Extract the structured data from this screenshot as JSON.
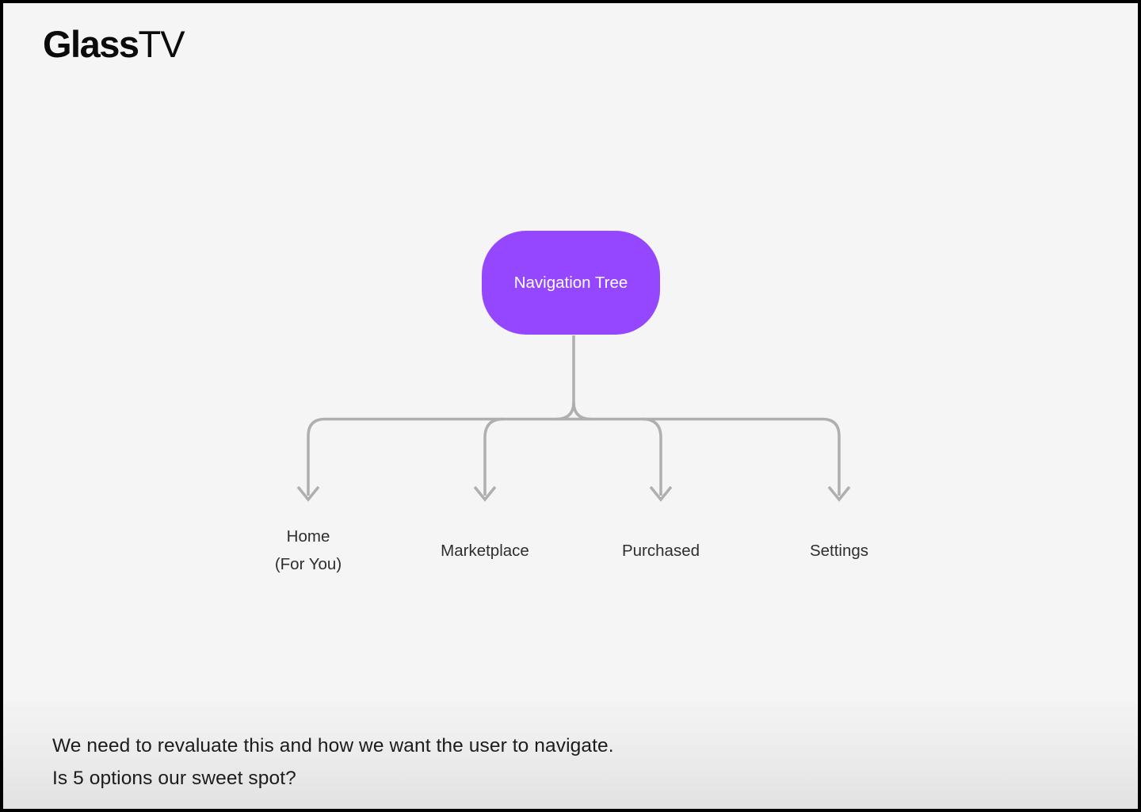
{
  "brand": {
    "bold": "Glass",
    "light": "TV"
  },
  "colors": {
    "background": "#F5F5F5",
    "node_fill": "#9447FF",
    "node_text": "#FFFFFF",
    "connector": "#AFAFAF",
    "label_text": "#2E2E2E",
    "note_text": "#1C1C1C"
  },
  "tree": {
    "root": {
      "label": "Navigation Tree"
    },
    "children": [
      {
        "label": "Home",
        "sublabel": "(For You)"
      },
      {
        "label": "Marketplace",
        "sublabel": ""
      },
      {
        "label": "Purchased",
        "sublabel": ""
      },
      {
        "label": "Settings",
        "sublabel": ""
      }
    ]
  },
  "notes": {
    "line1": "We need to revaluate this and how we want the user to navigate.",
    "line2": "Is 5 options our sweet spot?"
  }
}
